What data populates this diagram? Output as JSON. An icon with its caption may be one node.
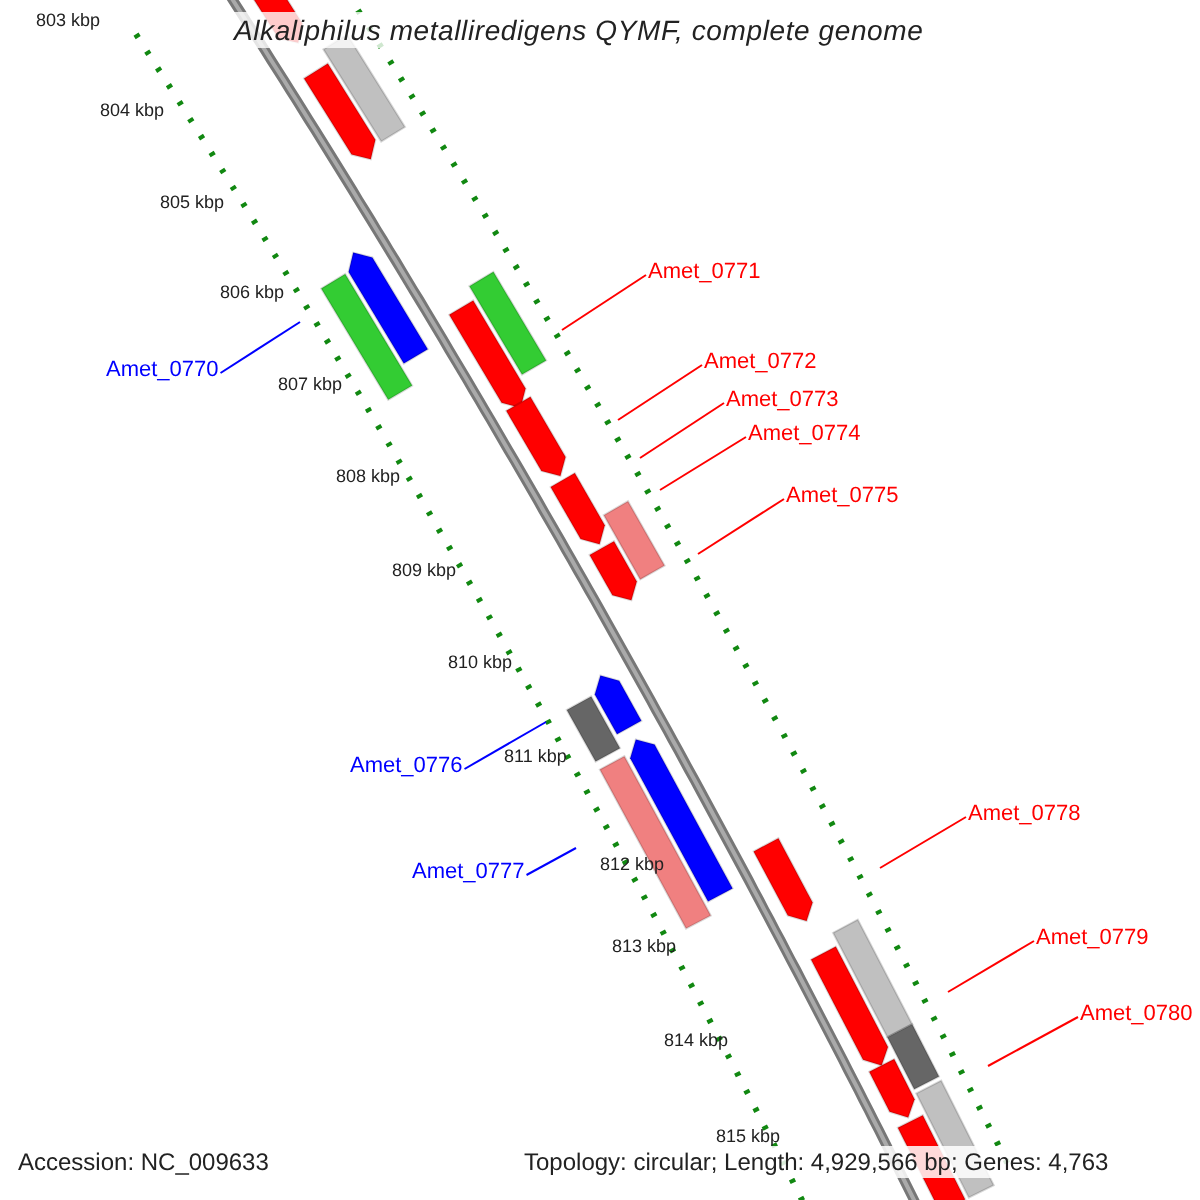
{
  "diagram": {
    "title": "Alkaliphilus metalliredigens QYMF, complete genome",
    "nodes": [
      {
        "text": [
          "Amet_0770"
        ]
      },
      {
        "text": [
          "Amet_0771"
        ]
      },
      {
        "text": [
          "Amet_0772"
        ]
      },
      {
        "text": [
          "Amet_0773"
        ]
      },
      {
        "text": [
          "Amet_0774"
        ]
      },
      {
        "text": [
          "Amet_0775"
        ]
      },
      {
        "text": [
          "Amet_0776"
        ]
      },
      {
        "text": [
          "Amet_0777"
        ]
      },
      {
        "text": [
          "Amet_0778"
        ]
      },
      {
        "text": [
          "Amet_0779"
        ]
      },
      {
        "text": [
          "Amet_0780"
        ]
      }
    ],
    "edges": [
      {
        "from": 0,
        "to": null,
        "arrow": "none",
        "color": "#0000ff"
      },
      {
        "from": 1,
        "to": null,
        "arrow": "none"
      },
      {
        "from": 2,
        "to": null,
        "arrow": "none"
      },
      {
        "from": 3,
        "to": null,
        "arrow": "none"
      },
      {
        "from": 4,
        "to": null,
        "arrow": "none"
      },
      {
        "from": 5,
        "to": null,
        "arrow": "none"
      },
      {
        "from": 6,
        "to": null,
        "arrow": "none",
        "color": "#0000ff"
      },
      {
        "from": 7,
        "to": null,
        "arrow": "none",
        "color": "#0000ff"
      },
      {
        "from": 8,
        "to": null,
        "arrow": "none"
      },
      {
        "from": 9,
        "to": null,
        "arrow": "none"
      },
      {
        "from": 10,
        "to": null,
        "arrow": "none"
      }
    ],
    "labels": [
      "803 kbp",
      "804 kbp",
      "805 kbp",
      "806 kbp",
      "807 kbp",
      "808 kbp",
      "809 kbp",
      "810 kbp",
      "811 kbp",
      "812 kbp",
      "813 kbp",
      "814 kbp",
      "815 kbp",
      "Accession: NC_009633",
      "Topology: circular; Length: 4,929,566 bp; Genes: 4,763"
    ]
  }
}
